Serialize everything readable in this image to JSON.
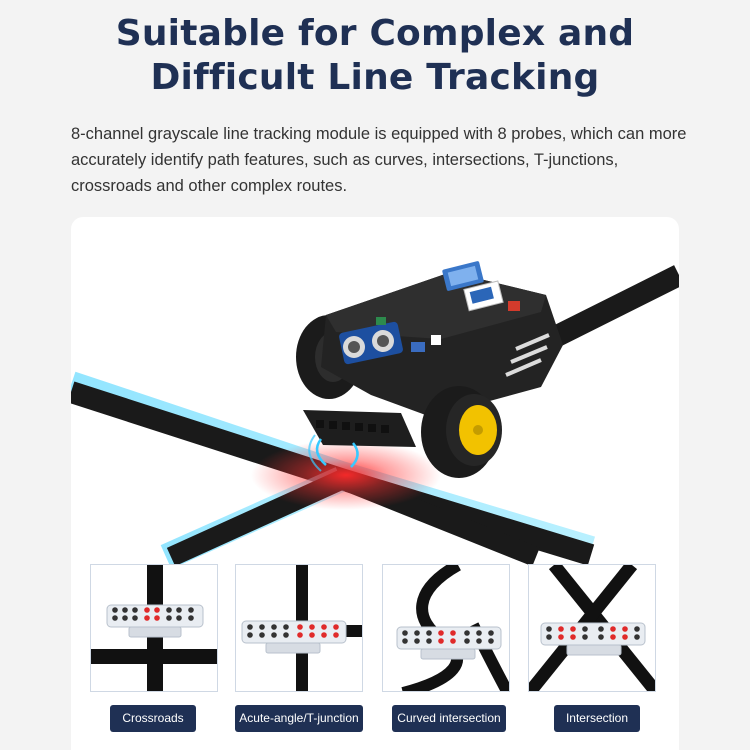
{
  "heading": {
    "line1": "Suitable for Complex and",
    "line2": "Difficult Line Tracking"
  },
  "description": "8-channel grayscale line tracking module is equipped with 8 probes, which can more accurately identify path features, such as curves, intersections, T-junctions, crossroads and other complex routes.",
  "scenarios": [
    {
      "label": "Crossroads"
    },
    {
      "label": "Acute-angle/T-junction"
    },
    {
      "label": "Curved intersection"
    },
    {
      "label": "Intersection"
    }
  ],
  "colors": {
    "title": "#1f3054",
    "label_bg": "#1f3054",
    "probe_active": "#e02a2a",
    "probe_idle": "#333333",
    "wheel_hub": "#f2c200"
  }
}
